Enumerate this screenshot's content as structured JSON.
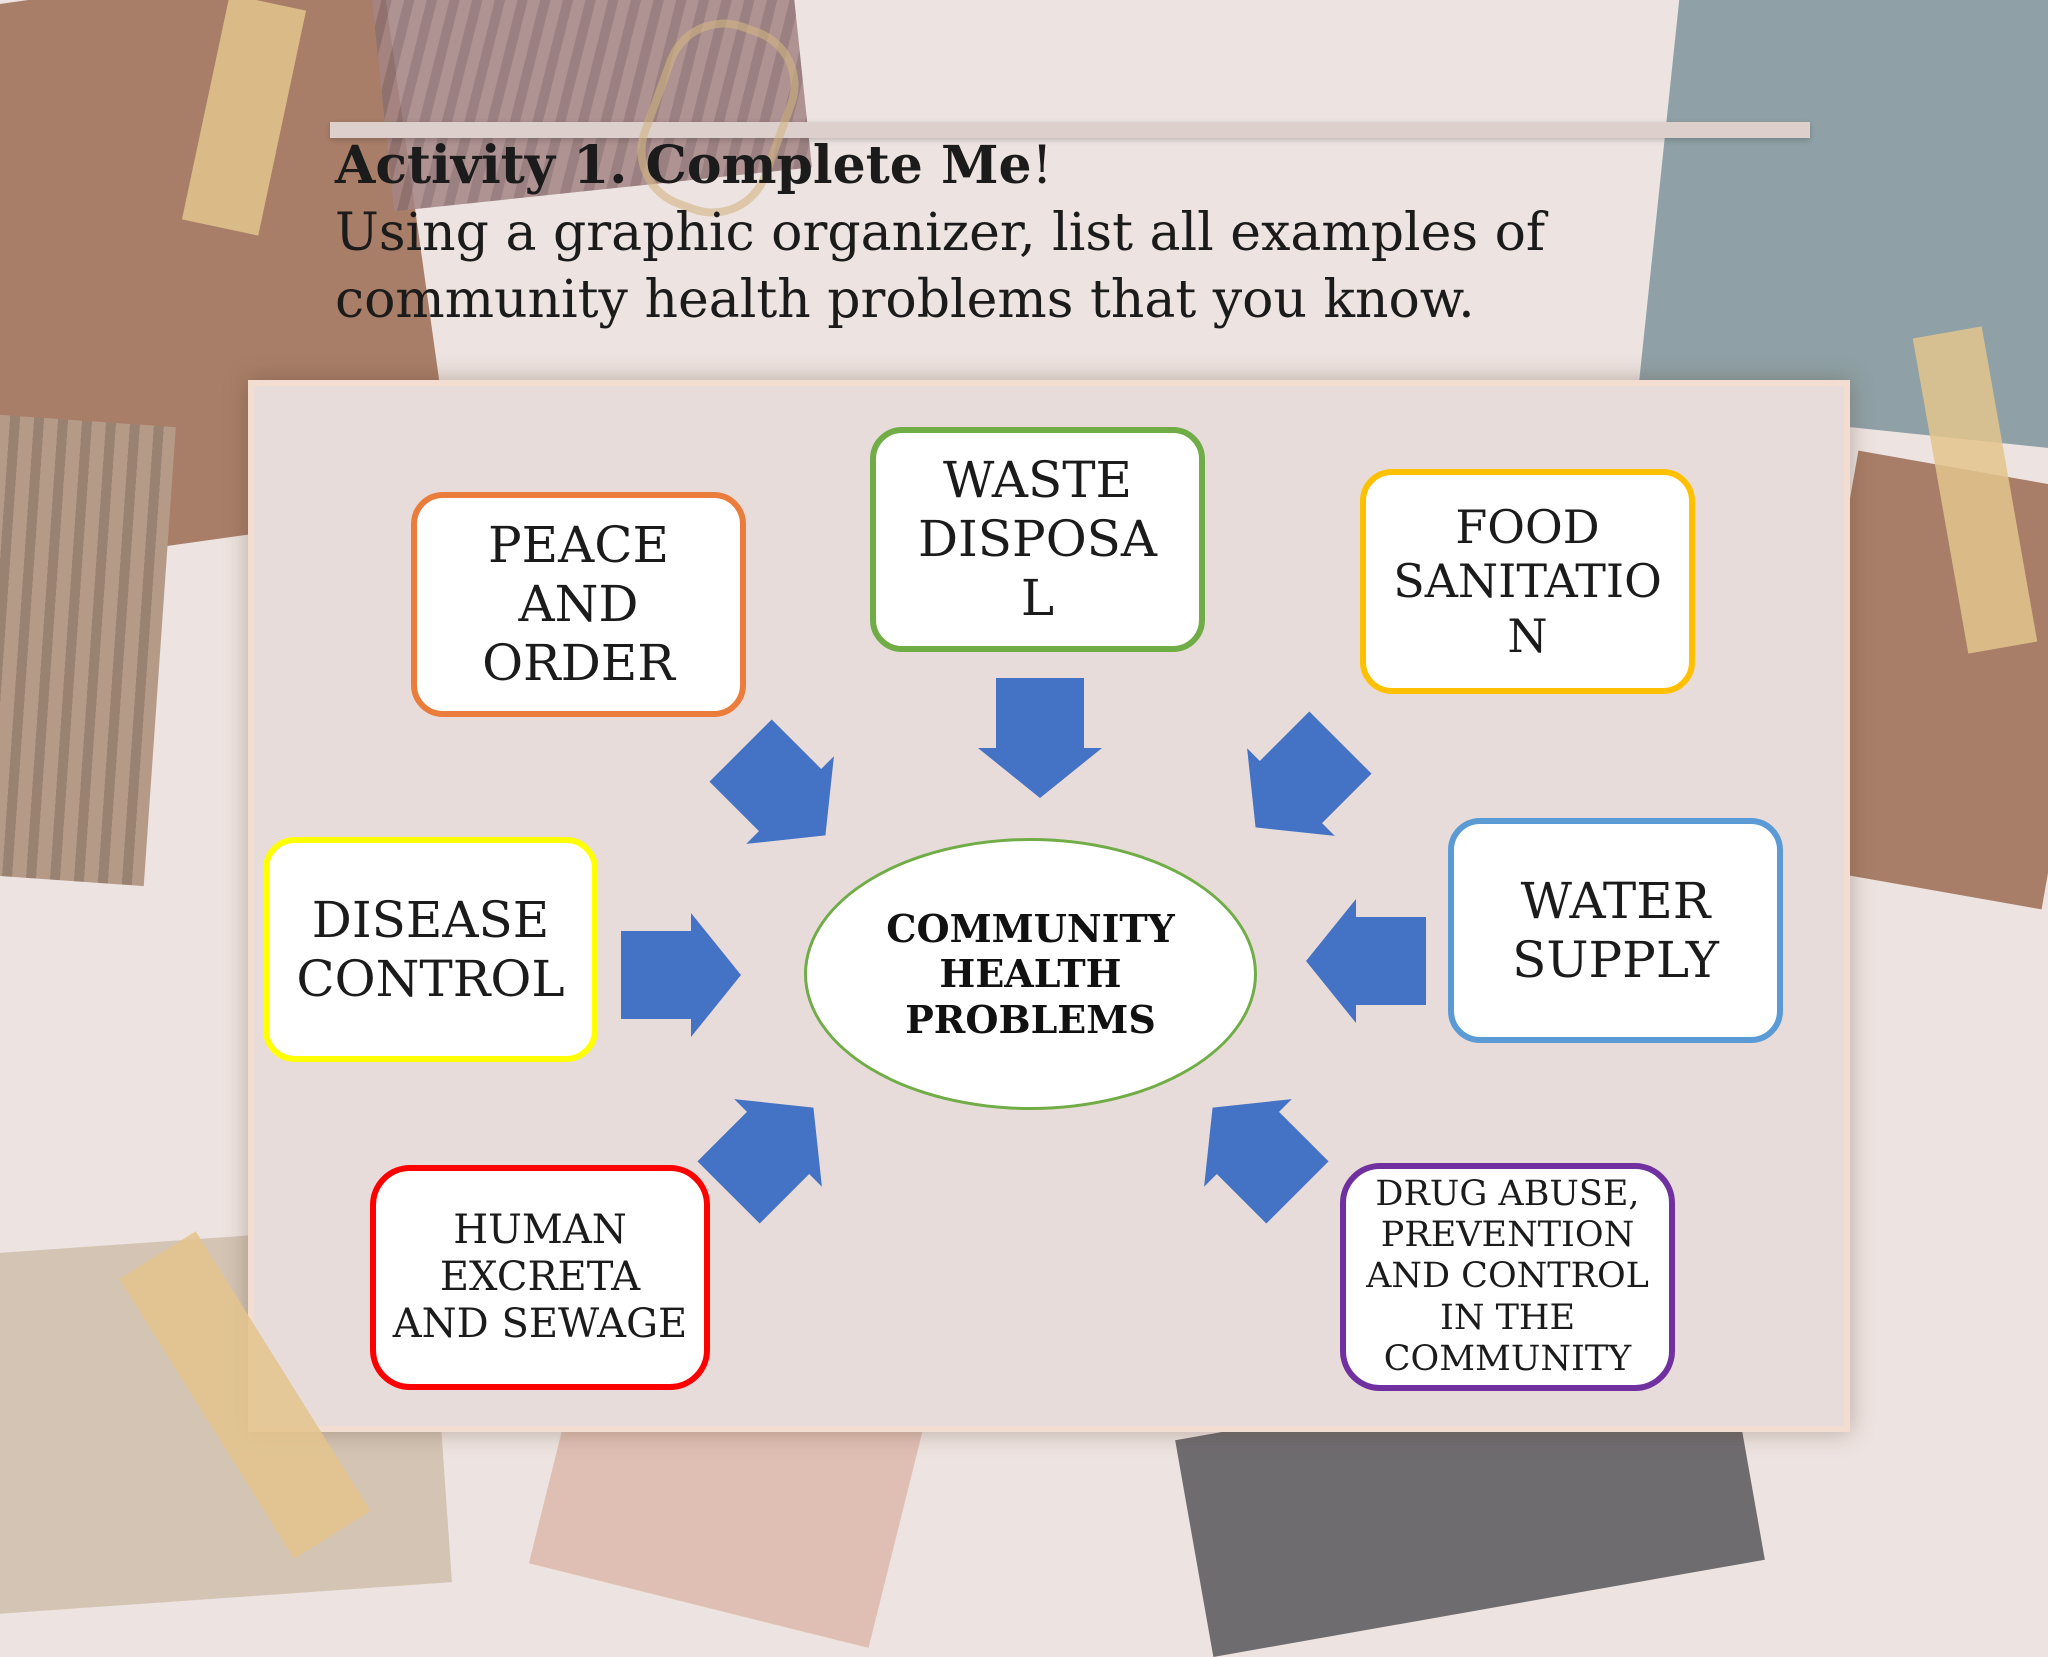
{
  "heading": {
    "title": "Activity 1. Complete Me",
    "title_end": "!",
    "instruction": "Using a graphic organizer, list all examples of community health problems that you know."
  },
  "diagram": {
    "center": "COMMUNITY\nHEALTH\nPROBLEMS",
    "nodes": {
      "peace": "PEACE\nAND\nORDER",
      "waste": "WASTE\nDISPOSA\nL",
      "food": "FOOD\nSANITATIO\nN",
      "disease": "DISEASE\nCONTROL",
      "water": "WATER\nSUPPLY",
      "human": "HUMAN\nEXCRETA\nAND SEWAGE",
      "drug": "DRUG ABUSE,\nPREVENTION\nAND CONTROL\nIN THE\nCOMMUNITY"
    },
    "colors": {
      "peace": "#eb7d3c",
      "waste": "#70ad47",
      "food": "#ffc000",
      "disease": "#ffff00",
      "water": "#5b9bd5",
      "human": "#ff0000",
      "drug": "#7030a0",
      "center_border": "#70ad47",
      "arrow": "#4472c4"
    }
  }
}
